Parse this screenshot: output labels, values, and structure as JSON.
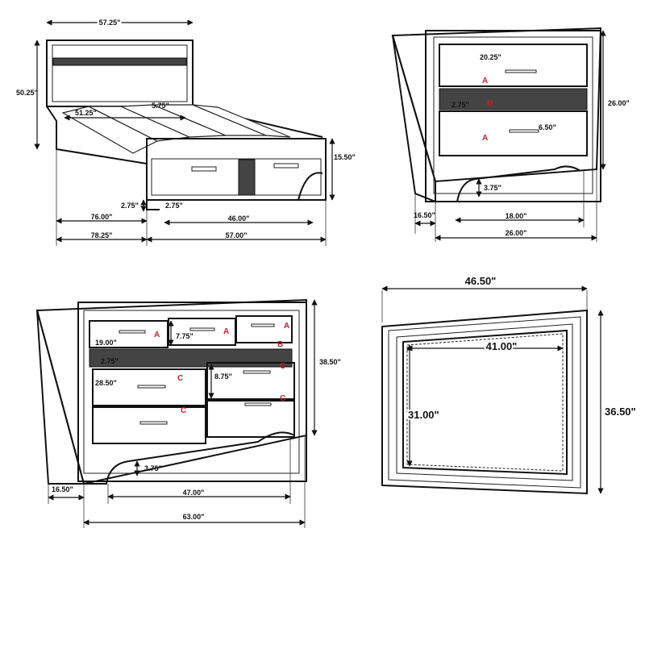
{
  "accent_color": "#c0232a",
  "bed": {
    "headboard_width": "57.25\"",
    "headboard_height": "50.25\"",
    "headboard_inner": "51.25\"",
    "headboard_depth": "5.75\"",
    "footboard_height": "15.50\"",
    "leg_height": "2.75\"",
    "leg_height_2": "2.75\"",
    "side_length": "76.00\"",
    "foot_span": "46.00\"",
    "overall_length": "78.25\"",
    "overall_width": "57.00\""
  },
  "nightstand": {
    "drawer_width": "20.25\"",
    "overall_height": "26.00\"",
    "deco_height": "2.75\"",
    "drawer_height": "6.50\"",
    "leg_height": "3.75\"",
    "depth": "16.50\"",
    "leg_span": "18.00\"",
    "overall_width": "26.00\"",
    "letter_a1": "A",
    "letter_b": "B",
    "letter_a2": "A"
  },
  "dresser": {
    "top_drawer_width": "19.00\"",
    "top_drawer_height": "7.75\"",
    "deco_height": "2.75\"",
    "large_drawer_width": "28.50\"",
    "large_drawer_height": "8.75\"",
    "overall_height": "38.50\"",
    "leg_height": "3.75\"",
    "depth": "16.50\"",
    "leg_span": "47.00\"",
    "overall_width": "63.00\"",
    "letter_a1": "A",
    "letter_a2": "A",
    "letter_a3": "A",
    "letter_b": "B",
    "letter_c1": "C",
    "letter_c2": "C",
    "letter_c3": "C",
    "letter_c4": "C"
  },
  "mirror": {
    "overall_width": "46.50\"",
    "glass_width": "41.00\"",
    "glass_height": "31.00\"",
    "overall_height": "36.50\""
  }
}
